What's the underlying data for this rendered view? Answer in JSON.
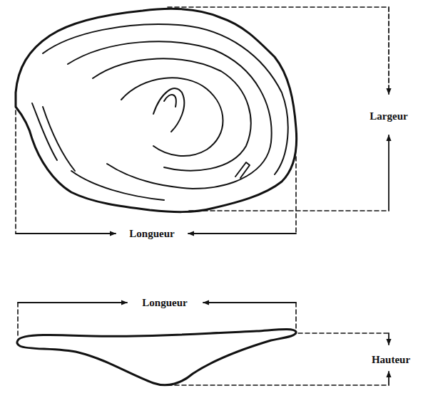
{
  "diagram": {
    "labels": [
      "Largeur",
      "Longueur",
      "Longueur",
      "Hauteur"
    ]
  }
}
